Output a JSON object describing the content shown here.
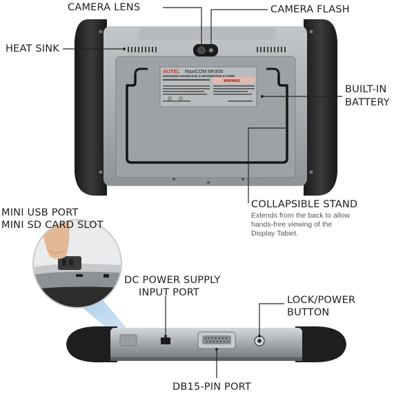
{
  "labels": {
    "camera_lens": "CAMERA LENS",
    "camera_flash": "CAMERA FLASH",
    "heat_sink": "HEAT SINK",
    "built_in_battery_line1": "BUILT-IN",
    "built_in_battery_line2": "BATTERY",
    "collapsible_stand": "COLLAPSIBLE STAND",
    "stand_desc_line1": "Extends from the back to allow",
    "stand_desc_line2": "hands-free viewing of the",
    "stand_desc_line3": "Display Tabiet.",
    "mini_usb_port": "MINI USB PORT",
    "mini_sd_card_slot": "MINI SD CARD SLOT",
    "dc_power_line1": "DC POWER SUPPLY",
    "dc_power_line2": "INPUT PORT",
    "lock_power_line1": "LOCK/POWER",
    "lock_power_line2": "BUTTON",
    "db15_port": "DB15-PIN PORT"
  },
  "device_label": {
    "brand": "AUTEL",
    "model": "MaxiCOM MK906",
    "system": "ADVANCED DIAGNOSTIC & INFORMATION SYSTEM",
    "warning": "WARNING"
  },
  "colors": {
    "bumper": "#2a2a2a",
    "body": "#a9adb1",
    "label_plate": "#b5b8bb",
    "brand_red": "#d9331f",
    "line": "#222222"
  }
}
